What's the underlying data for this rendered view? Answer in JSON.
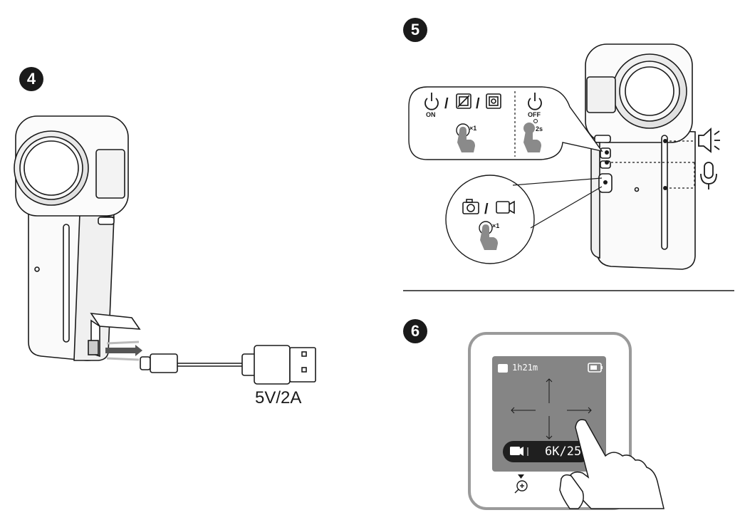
{
  "steps": {
    "step4": {
      "number": "4",
      "voltage_label": "5V/2A"
    },
    "step5": {
      "number": "5",
      "power_on_label": "ON",
      "power_off_label": "OFF",
      "press_once_label": "×1",
      "press_once_label_2": "×1",
      "hold_label": "2s"
    },
    "step6": {
      "number": "6",
      "remaining_time": "1h21m",
      "resolution": "6K/25"
    }
  },
  "colors": {
    "line": "#1a1a1a",
    "screen_gray": "#858585",
    "hand_gray": "#8a8a8a",
    "background": "#ffffff"
  },
  "icons": [
    "power-icon",
    "photo-mode-icon",
    "video-mode-icon",
    "speaker-icon",
    "microphone-icon",
    "battery-icon",
    "sd-card-icon",
    "zoom-icon",
    "finger-tap-icon",
    "usb-cable-icon"
  ]
}
